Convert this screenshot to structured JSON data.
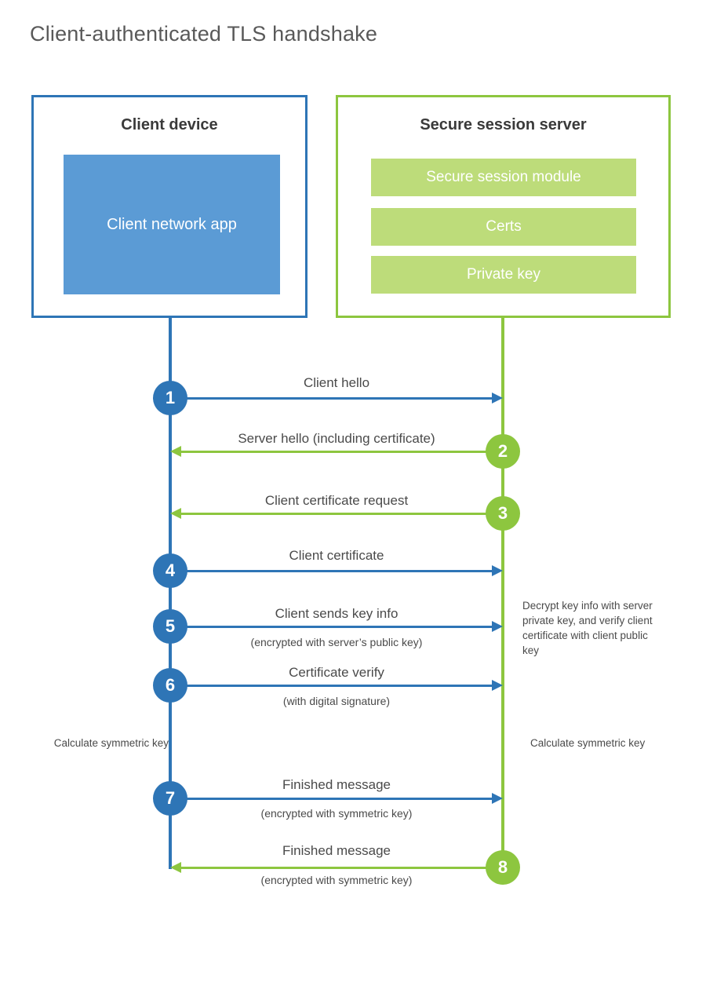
{
  "diagram": {
    "title": "Client-authenticated TLS handshake",
    "colors": {
      "blue_dark": "#2E75B6",
      "blue_fill": "#5B9BD5",
      "green_dark": "#8DC63F",
      "green_fill": "#BDDC7A",
      "text": "#4A4A4A",
      "title_text": "#595959",
      "background": "#FFFFFF"
    }
  },
  "actors": {
    "client": {
      "title": "Client device",
      "block_label": "Client network app"
    },
    "server": {
      "title": "Secure session server",
      "bars": [
        {
          "label": "Secure session module"
        },
        {
          "label": "Certs"
        },
        {
          "label": "Private key"
        }
      ]
    }
  },
  "steps": [
    {
      "number": "1",
      "label": "Client hello",
      "sublabel": "",
      "direction": "client-to-server",
      "color": "blue"
    },
    {
      "number": "2",
      "label": "Server hello (including certificate)",
      "sublabel": "",
      "direction": "server-to-client",
      "color": "green"
    },
    {
      "number": "3",
      "label": "Client certificate request",
      "sublabel": "",
      "direction": "server-to-client",
      "color": "green"
    },
    {
      "number": "4",
      "label": "Client certificate",
      "sublabel": "",
      "direction": "client-to-server",
      "color": "blue"
    },
    {
      "number": "5",
      "label": "Client sends key info",
      "sublabel": "(encrypted with server’s public key)",
      "direction": "client-to-server",
      "color": "blue"
    },
    {
      "number": "6",
      "label": "Certificate verify",
      "sublabel": "(with digital signature)",
      "direction": "client-to-server",
      "color": "blue"
    },
    {
      "number": "7",
      "label": "Finished message",
      "sublabel": "(encrypted with symmetric key)",
      "direction": "client-to-server",
      "color": "blue"
    },
    {
      "number": "8",
      "label": "Finished message",
      "sublabel": "(encrypted with symmetric key)",
      "direction": "server-to-client",
      "color": "green"
    }
  ],
  "notes": {
    "server_decrypt": "Decrypt key info with server private key, and verify client certificate with client public key",
    "client_calculate": "Calculate symmetric key",
    "server_calculate": "Calculate symmetric key"
  }
}
